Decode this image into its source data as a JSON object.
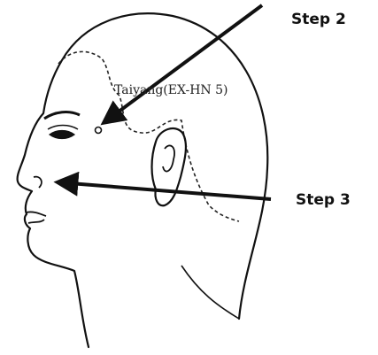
{
  "diagram": {
    "point_label": "Taiyang(EX-HN 5)",
    "step_labels": [
      "Step 2",
      "Step 3"
    ],
    "colors": {
      "ink": "#111111",
      "background": "#ffffff"
    }
  }
}
